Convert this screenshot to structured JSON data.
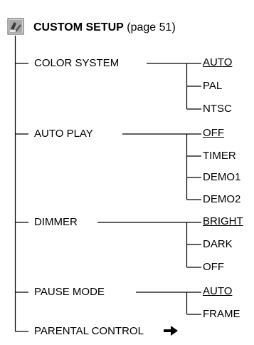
{
  "header": {
    "icon": "custom-setup-icon",
    "title": "CUSTOM SETUP",
    "page_ref": "(page 51)"
  },
  "menu": [
    {
      "label": "COLOR SYSTEM",
      "options": [
        "AUTO",
        "PAL",
        "NTSC"
      ],
      "selected": 0
    },
    {
      "label": "AUTO PLAY",
      "options": [
        "OFF",
        "TIMER",
        "DEMO1",
        "DEMO2"
      ],
      "selected": 0
    },
    {
      "label": "DIMMER",
      "options": [
        "BRIGHT",
        "DARK",
        "OFF"
      ],
      "selected": 0
    },
    {
      "label": "PAUSE MODE",
      "options": [
        "AUTO",
        "FRAME"
      ],
      "selected": 0
    },
    {
      "label": "PARENTAL CONTROL",
      "options": [],
      "arrow": "right-arrow-icon"
    }
  ]
}
